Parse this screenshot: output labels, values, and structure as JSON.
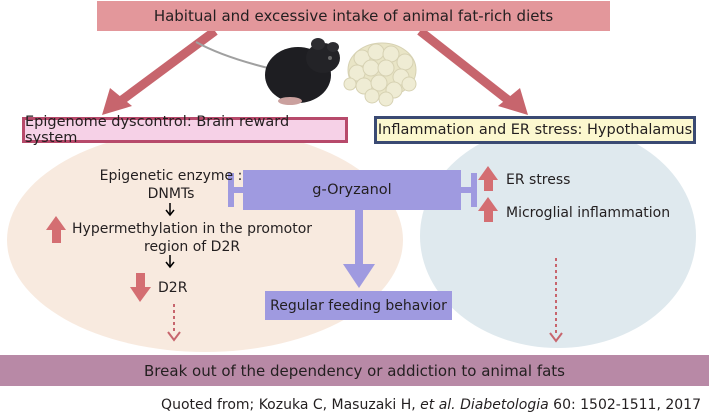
{
  "top_box": "Habitual and excessive intake of animal fat-rich diets",
  "left_header": "Epigenome dyscontrol: Brain reward system",
  "right_header": "Inflammation and ER stress: Hypothalamus",
  "center_box": "g-Oryzanol",
  "left_items": {
    "enzyme_line1": "Epigenetic enzyme :",
    "enzyme_line2": "DNMTs",
    "hyper_line1": "Hypermethylation in the promotor",
    "hyper_line2": "region of D2R",
    "d2r": "D2R"
  },
  "right_items": {
    "er_stress": "ER stress",
    "microglia": "Microglial inflammation"
  },
  "feeding_box": "Regular feeding behavior",
  "bottom_bar": "Break out of the dependency or addiction to animal fats",
  "citation": {
    "prefix": "Quoted from; Kozuka C, Masuzaki H, ",
    "etal": "et al.",
    "space": " ",
    "journal": "Diabetologia",
    "rest": " 60: 1502-1511, 2017"
  },
  "colors": {
    "top_box": "#e3979b",
    "left_ellipse": "#f8eadf",
    "right_ellipse": "#dfe9ee",
    "oryzanol": "#9f9ae0",
    "up_down_arrows": "#d46e72",
    "bottom_bar": "#b889a6"
  }
}
